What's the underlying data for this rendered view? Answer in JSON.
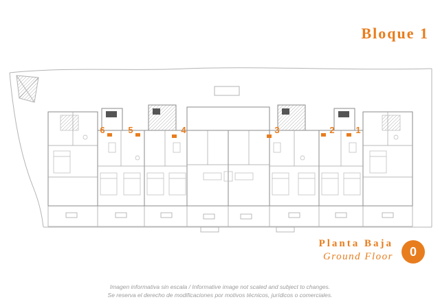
{
  "colors": {
    "accent": "#E87D1E",
    "plan_line": "#9a9a9a",
    "text_muted": "#9b9b9b"
  },
  "header": {
    "title": "Bloque 1"
  },
  "plan": {
    "unit_labels": [
      "6",
      "5",
      "4",
      "3",
      "2",
      "1"
    ]
  },
  "floor": {
    "title_es": "Planta Baja",
    "title_en": "Ground Floor",
    "badge": "0"
  },
  "disclaimer": {
    "line1": "Imagen informativa sin escala /  Informative image not scaled and subject to changes.",
    "line2": "Se reserva el derecho de modificaciones por motivos técnicos, jurídicos o comerciales."
  }
}
